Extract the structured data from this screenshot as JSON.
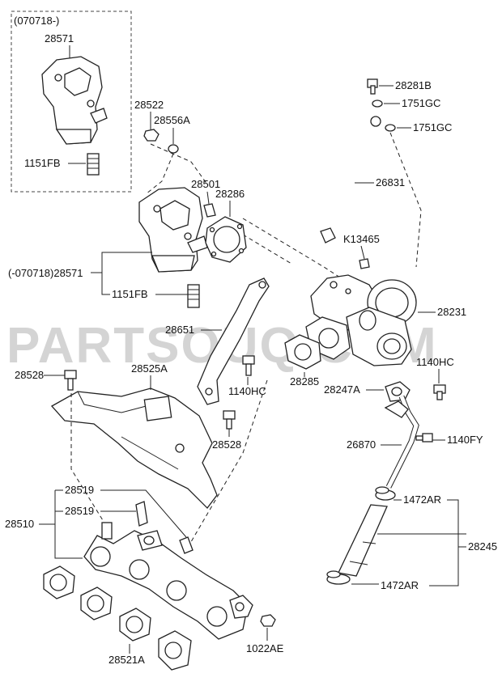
{
  "watermark": "PARTSOUQ.COM",
  "labels": {
    "inset_date": "(070718-)",
    "p28571_top": "28571",
    "p28522": "28522",
    "p28556A": "28556A",
    "p1151FB_top": "1151FB",
    "p28501": "28501",
    "p28286": "28286",
    "p28571_main": "(-070718)28571",
    "p1151FB_main": "1151FB",
    "p28281B": "28281B",
    "p1751GC_a": "1751GC",
    "p1751GC_b": "1751GC",
    "p26831": "26831",
    "pK13465": "K13465",
    "p28231": "28231",
    "p28651": "28651",
    "p1140HC_a": "1140HC",
    "p1140HC_b": "1140HC",
    "p28285": "28285",
    "p28247A": "28247A",
    "p28528_a": "28528",
    "p28525A": "28525A",
    "p28528_b": "28528",
    "p26870": "26870",
    "p1140FY": "1140FY",
    "p28519_a": "28519",
    "p28519_b": "28519",
    "p28510": "28510",
    "p1472AR_a": "1472AR",
    "p28245": "28245",
    "p1472AR_b": "1472AR",
    "p1022AE": "1022AE",
    "p28521A": "28521A"
  }
}
